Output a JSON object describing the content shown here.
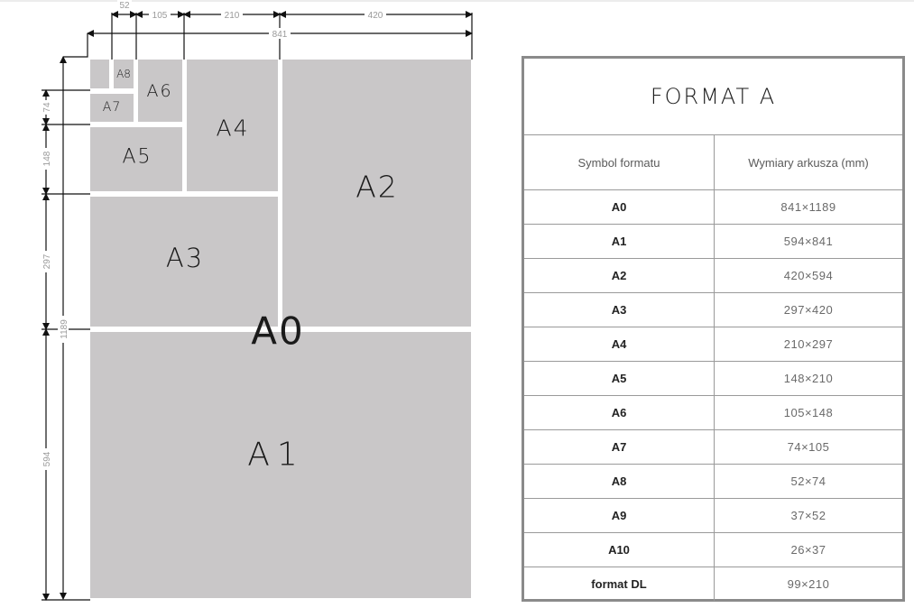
{
  "diagram": {
    "sheet_color": "#c9c7c8",
    "sheets": [
      {
        "id": "A9",
        "label": ""
      },
      {
        "id": "A8",
        "label": "A8"
      },
      {
        "id": "A7",
        "label": "A7"
      },
      {
        "id": "A6",
        "label": "A6"
      },
      {
        "id": "A5",
        "label": "A5"
      },
      {
        "id": "A4",
        "label": "A4"
      },
      {
        "id": "A3",
        "label": "A3"
      },
      {
        "id": "A2",
        "label": "A2"
      },
      {
        "id": "A1",
        "label": "A1"
      },
      {
        "id": "A0",
        "label": "A0"
      }
    ],
    "dimensions": {
      "top": [
        "52",
        "105",
        "210",
        "420"
      ],
      "total_width": "841",
      "left": [
        "74",
        "148",
        "297",
        "594"
      ],
      "total_height": "1189"
    }
  },
  "table": {
    "title": "FORMAT A",
    "headers": [
      "Symbol formatu",
      "Wymiary arkusza (mm)"
    ],
    "rows": [
      {
        "symbol": "A0",
        "size": "841×1189"
      },
      {
        "symbol": "A1",
        "size": "594×841"
      },
      {
        "symbol": "A2",
        "size": "420×594"
      },
      {
        "symbol": "A3",
        "size": "297×420"
      },
      {
        "symbol": "A4",
        "size": "210×297"
      },
      {
        "symbol": "A5",
        "size": "148×210"
      },
      {
        "symbol": "A6",
        "size": "105×148"
      },
      {
        "symbol": "A7",
        "size": "74×105"
      },
      {
        "symbol": "A8",
        "size": "52×74"
      },
      {
        "symbol": "A9",
        "size": "37×52"
      },
      {
        "symbol": "A10",
        "size": "26×37"
      },
      {
        "symbol": "format DL",
        "size": "99×210"
      }
    ]
  }
}
